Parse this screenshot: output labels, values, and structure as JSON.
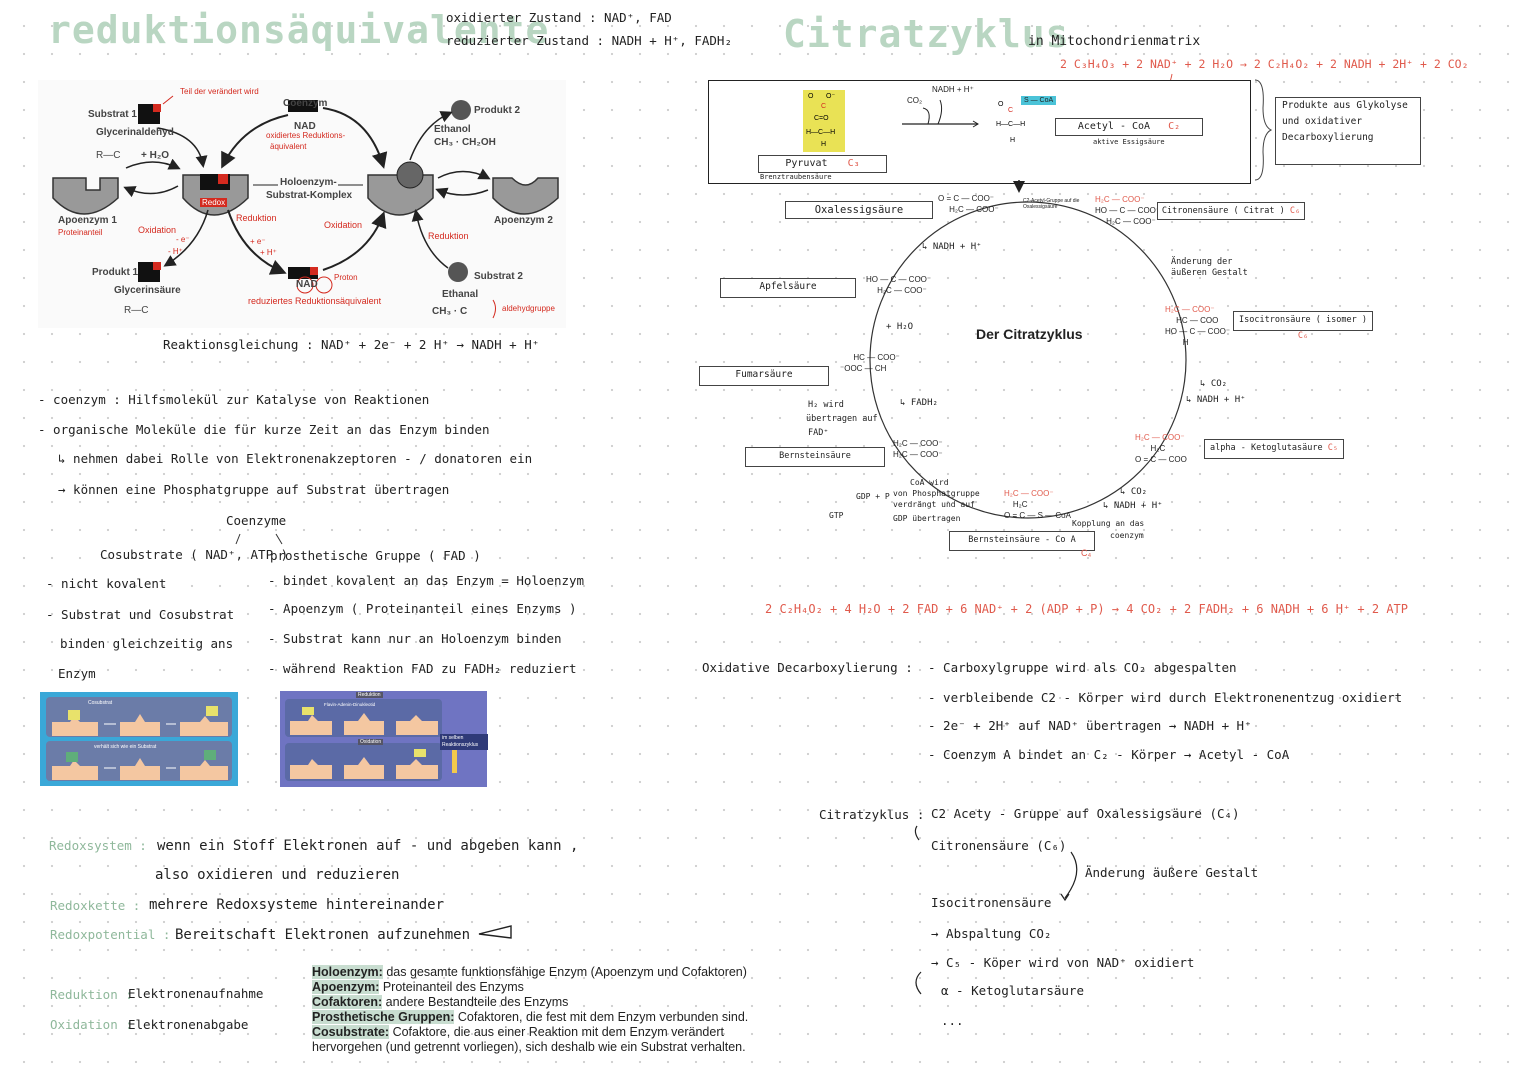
{
  "left": {
    "title": "reduktionsäquivalente",
    "state_ox": "oxidierter Zustand : NAD⁺, FAD",
    "state_red": "reduzierter Zustand : NADH + H⁺, FADH₂",
    "diagram": {
      "annotation_top": "Teil der verändert wird",
      "substrat1": "Substrat 1",
      "glycerinaldehyd": "Glycerinaldehyd",
      "coenzym": "Coenzym",
      "nad": "NAD",
      "ox_red_equiv": "oxidiertes Reduktions-",
      "ox_red_equiv2": "äquivalent",
      "produkt2": "Produkt 2",
      "ethanol": "Ethanol",
      "ethanol_formula": "CH₃ · CH₂OH",
      "formula_left": "R—C",
      "h2o": "+ H₂O",
      "holo1": "Holoenzym-",
      "holo2": "Substrat-Komplex",
      "redox": "Redox",
      "apoenzym1": "Apoenzym 1",
      "proteinanteil": "Proteinanteil",
      "apoenzym2": "Apoenzym 2",
      "oxidation_l": "Oxidation",
      "reduktion_l": "Reduktion",
      "oxidation_r": "Oxidation",
      "reduktion_r": "Reduktion",
      "minus_e": "- e⁻",
      "minus_h": "- H⁺",
      "plus_e": "+ e⁻",
      "plus_h": "+ H⁺",
      "produkt1": "Produkt 1",
      "glycerinsaeure": "Glycerinsäure",
      "formula_bl": "R—C",
      "nadh": "NAD",
      "proton": "Proton",
      "reduced_equiv": "reduziertes Reduktionsäquivalent",
      "substrat2": "Substrat 2",
      "ethanal": "Ethanal",
      "ethanal_formula": "CH₃ · C",
      "aldehydgruppe": "aldehydgruppe"
    },
    "reaction": "Reaktionsgleichung : NAD⁺ + 2e⁻ + 2 H⁺ → NADH + H⁺",
    "notes": [
      "- coenzym : Hilfsmolekül zur Katalyse von Reaktionen",
      "- organische Moleküle die für kurze Zeit an das Enzym binden",
      "↳ nehmen dabei Rolle von Elektronenakzeptoren - / donatoren ein",
      "→ können eine Phosphatgruppe auf Substrat übertragen"
    ],
    "coenzyme_title": "Coenzyme",
    "cosubstrate_title": "Cosubstrate ( NAD⁺, ATP )",
    "cosubstrate_items": [
      "- nicht kovalent",
      "- Substrat und Cosubstrat",
      "binden gleichzeitig ans",
      "Enzym"
    ],
    "prosthetic_title": "prosthetische Gruppe ( FAD )",
    "prosthetic_items": [
      "- bindet kovalent an das Enzym = Holoenzym",
      "- Apoenzym ( Proteinanteil eines Enzyms )",
      "- Substrat kann nur an Holoenzym binden",
      "- während Reaktion FAD zu FADH₂ reduziert"
    ],
    "img1_labels": [
      "Cosubstrat",
      "verhält sich wie ein Substrat"
    ],
    "img2_labels": [
      "Reduktion",
      "Flavin-Adenin-Dinukleotid",
      "Oxidation",
      "im selben Reaktionszyklus"
    ],
    "redox": [
      {
        "term": "Redoxsystem :",
        "text": "wenn ein Stoff Elektronen auf - und abgeben kann ,",
        "text2": "also oxidieren und reduzieren"
      },
      {
        "term": "Redoxkette :",
        "text": "mehrere Redoxsysteme hintereinander"
      },
      {
        "term": "Redoxpotential :",
        "text": "Bereitschaft Elektronen aufzunehmen"
      }
    ],
    "reduktion_term": "Reduktion :",
    "reduktion_text": "Elektronenaufnahme",
    "oxidation_term": "Oxidation :",
    "oxidation_text": "Elektronenabgabe",
    "legend": [
      {
        "term": "Holoenzym:",
        "text": " das gesamte funktionsfähige Enzym (Apoenzym und Cofaktoren)"
      },
      {
        "term": "Apoenzym:",
        "text": " Proteinanteil des Enzyms"
      },
      {
        "term": "Cofaktoren:",
        "text": " andere Bestandteile des Enzyms"
      },
      {
        "term": "Prosthetische Gruppen:",
        "text": " Cofaktoren, die fest mit dem Enzym verbunden sind."
      },
      {
        "term": "Cosubstrate:",
        "text": " Cofaktore, die aus einer Reaktion mit dem Enzym verändert"
      },
      {
        "term": "",
        "text": "hervorgehen (und getrennt vorliegen), sich deshalb wie ein Substrat verhalten."
      }
    ]
  },
  "right": {
    "title": "Citratzyklus",
    "subtitle": "in Mitochondrienmatrix",
    "equation_top": "2 C₃H₄O₃ + 2 NAD⁺ + 2 H₂O → 2 C₂H₄O₂ + 2 NADH + 2H⁺ + 2 CO₂",
    "pyruvat": "Pyruvat",
    "brenztraubensaeure": "Brenztraubensäure",
    "c3": "C₃",
    "acetyl": "Acetyl - CoA",
    "aktive": "aktive Essigsäure",
    "c2": "C₂",
    "co2": "CO₂",
    "nadh_top": "NADH + H⁺",
    "scoa": "S — CoA",
    "side_note": [
      "Produkte aus Glykolyse",
      "und oxidativer",
      "Decarboxylierung"
    ],
    "cycle_title": "Der Citratzyklus",
    "c2_group_note": "C2-Acetyl-Gruppe auf die Oxalessigsäure",
    "boxes": {
      "oxalessig": "Oxalessigsäure",
      "citronen": "Citronensäure ( Citrat )",
      "isocitronen": "Isocitronsäure ( isomer )",
      "ketoglutar": "alpha - Ketoglutasäure",
      "bernstein_coa": "Bernsteinsäure - Co A",
      "bernstein": "Bernsteinsäure",
      "fumar": "Fumarsäure",
      "apfel": "Apfelsäure"
    },
    "carbon_tags": {
      "citronen": "C₆",
      "isocitronen": "C₆",
      "ketoglutar": "C₅",
      "bernstein_coa": "C₄"
    },
    "cycle_labels": {
      "nadh1": "↳ NADH + H⁺",
      "aenderung": "Änderung der",
      "aenderung2": "äußeren Gestalt",
      "co2a": "↳ CO₂",
      "nadh2": "↳ NADH + H⁺",
      "co2b": "↳ CO₂",
      "nadh3": "↳ NADH + H⁺",
      "kopplung": "Kopplung an das",
      "kopplung2": "coenzym",
      "coa_wird": "CoA wird",
      "coa_wird2": "von Phosphatgruppe",
      "coa_wird3": "verdrängt und auf",
      "coa_wird4": "GDP übertragen",
      "gdp": "GDP + P",
      "gtp": "GTP",
      "fadh2": "↳ FADH₂",
      "h2_wird": "H₂ wird",
      "h2_wird2": "übertragen auf",
      "h2_wird3": "FAD⁺",
      "h2o": "+ H₂O"
    },
    "equation_mid": "2 C₂H₄O₂ + 4 H₂O + 2 FAD + 6 NAD⁺ + 2 (ADP + P) → 4 CO₂ + 2 FADH₂ + 6 NADH + 6 H⁺ + 2 ATP",
    "oxdec_title": "Oxidative Decarboxylierung :",
    "oxdec_items": [
      "- Carboxylgruppe wird als CO₂ abgespalten",
      "- verbleibende C2 - Körper wird durch Elektronenentzug oxidiert",
      "- 2e⁻ + 2H⁺ auf NAD⁺ übertragen → NADH + H⁺",
      "- Coenzym A bindet an C₂ - Körper → Acetyl - CoA"
    ],
    "cz_title": "Citratzyklus :",
    "cz_steps": [
      "C2 Acety - Gruppe auf Oxalessigsäure (C₄)",
      "Citronensäure (C₆)",
      "Änderung äußere Gestalt",
      "Isocitronensäure",
      "→ Abspaltung CO₂",
      "→ C₅ - Köper wird von NAD⁺ oxidiert",
      "α - Ketoglutarsäure",
      "..."
    ]
  }
}
